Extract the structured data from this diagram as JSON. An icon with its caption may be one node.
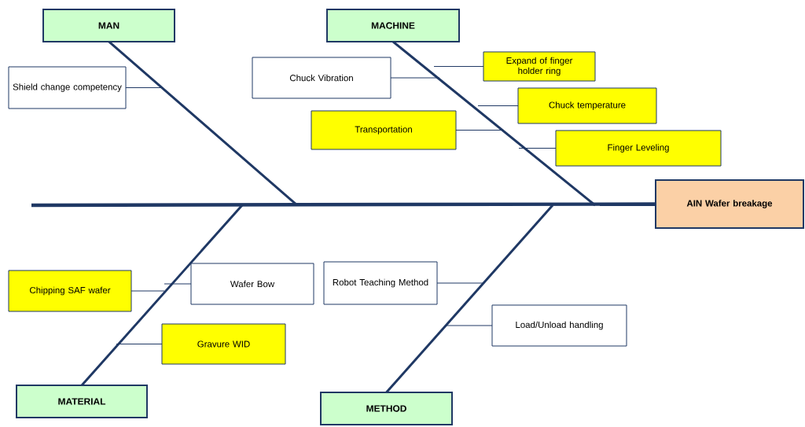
{
  "diagram": {
    "nodes": [
      {
        "text": [
          "MAN"
        ]
      },
      {
        "text": [
          "MACHINE"
        ]
      },
      {
        "text": [
          "MATERIAL"
        ]
      },
      {
        "text": [
          "METHOD"
        ]
      },
      {
        "text": [
          "AIN Wafer breakage"
        ]
      },
      {
        "text": [
          "Shield change competency"
        ]
      },
      {
        "text": [
          "Chuck Vibration"
        ]
      },
      {
        "text": [
          "Expand of finger holder ring"
        ]
      },
      {
        "text": [
          "Chuck temperature"
        ]
      },
      {
        "text": [
          "Transportation"
        ]
      },
      {
        "text": [
          "Finger Leveling"
        ]
      },
      {
        "text": [
          "Chipping SAF wafer"
        ]
      },
      {
        "text": [
          "Wafer Bow"
        ]
      },
      {
        "text": [
          "Robot Teaching Method"
        ]
      },
      {
        "text": [
          "Gravure WID"
        ]
      },
      {
        "text": [
          "Load/Unload handling"
        ]
      }
    ],
    "edges": [
      {
        "from": null,
        "to": 4,
        "arrow": "none",
        "style": "thick"
      },
      {
        "from": 0,
        "to": null,
        "arrow": "none",
        "style": "thick"
      },
      {
        "from": 1,
        "to": null,
        "arrow": "none",
        "style": "thick"
      },
      {
        "from": 2,
        "to": null,
        "arrow": "none",
        "style": "thick"
      },
      {
        "from": 3,
        "to": null,
        "arrow": "none",
        "style": "thick"
      },
      {
        "from": 5,
        "to": null,
        "arrow": "none"
      },
      {
        "from": 6,
        "to": null,
        "arrow": "none"
      },
      {
        "from": 7,
        "to": null,
        "arrow": "none"
      },
      {
        "from": 8,
        "to": null,
        "arrow": "none"
      },
      {
        "from": 9,
        "to": null,
        "arrow": "none"
      },
      {
        "from": 10,
        "to": null,
        "arrow": "none"
      },
      {
        "from": 11,
        "to": null,
        "arrow": "none"
      },
      {
        "from": 12,
        "to": null,
        "arrow": "none"
      },
      {
        "from": 13,
        "to": null,
        "arrow": "none"
      },
      {
        "from": 14,
        "to": null,
        "arrow": "none"
      },
      {
        "from": 15,
        "to": null,
        "arrow": "none"
      }
    ]
  }
}
